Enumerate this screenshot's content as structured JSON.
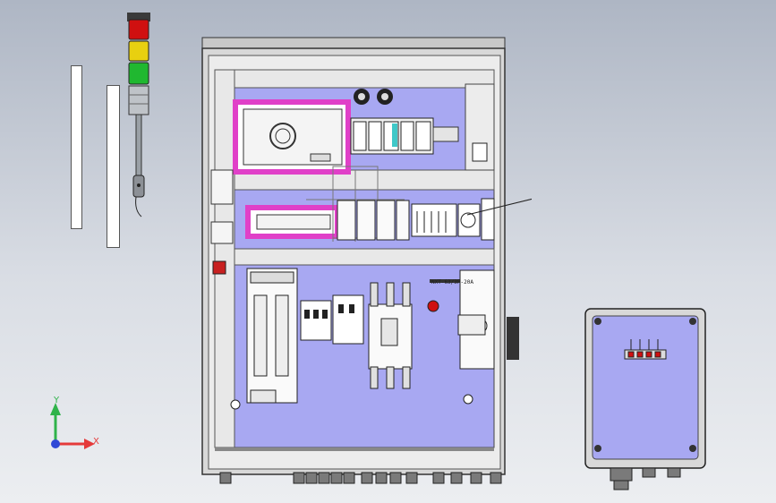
{
  "axes": {
    "x_label": "X",
    "y_label": "Y",
    "x_color": "#e53a3a",
    "y_color": "#2fb34a",
    "z_color": "#2f48d6"
  },
  "colors": {
    "panel_fill": "#a8a8f2",
    "highlight": "#e040c8",
    "enclosure": "#d8d8d8",
    "signal_red": "#d01010",
    "signal_yellow": "#e8d010",
    "signal_green": "#20b830"
  },
  "callout": {
    "part_number": "NXT-63/3P-20A"
  },
  "components": {
    "signal_tower": "signal-tower",
    "main_enclosure": "control-cabinet",
    "terminal_box": "terminal-box"
  }
}
